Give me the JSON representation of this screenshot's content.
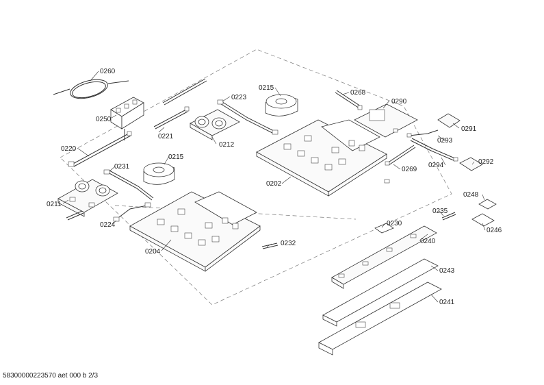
{
  "diagram": {
    "labels": {
      "p0260": "0260",
      "p0250": "0250",
      "p0220": "0220",
      "p0211": "0211",
      "p0231": "0231",
      "p0224": "0224",
      "p0215a": "0215",
      "p0215b": "0215",
      "p0204": "0204",
      "p0232": "0232",
      "p0223": "0223",
      "p0221": "0221",
      "p0212": "0212",
      "p0268": "0268",
      "p0290": "0290",
      "p0291": "0291",
      "p0293": "0293",
      "p0294": "0294",
      "p0292": "0292",
      "p0269": "0269",
      "p0202": "0202",
      "p0248": "0248",
      "p0235": "0235",
      "p0246": "0246",
      "p0230": "0230",
      "p0240": "0240",
      "p0243": "0243",
      "p0241": "0241"
    },
    "footer": "58300000223570 aet 000 b 2/3"
  }
}
